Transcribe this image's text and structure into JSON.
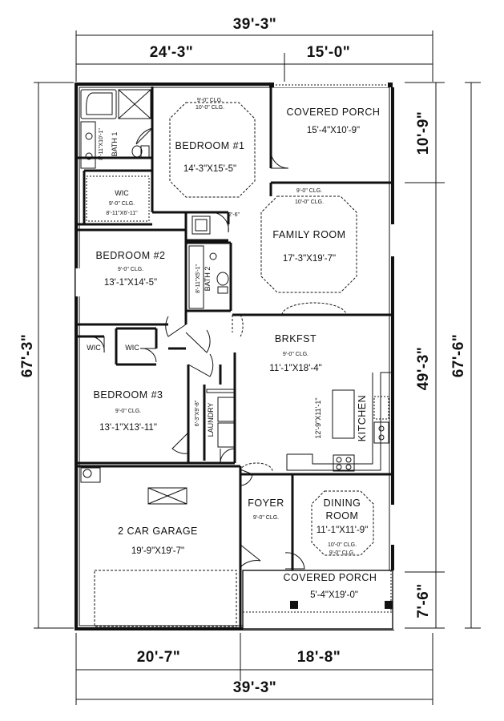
{
  "dimensions": {
    "top_overall": "39'-3\"",
    "top_left": "24'-3\"",
    "top_right": "15'-0\"",
    "bottom_left": "20'-7\"",
    "bottom_right": "18'-8\"",
    "bottom_overall": "39'-3\"",
    "left_overall": "67'-3\"",
    "right_overall": "67'-6\"",
    "right_upper": "10'-9\"",
    "right_middle": "49'-3\"",
    "right_lower": "7'-6\""
  },
  "rooms": {
    "bedroom1": {
      "name": "BEDROOM #1",
      "size": "14'-3\"X15'-5\"",
      "clg1": "9'-0\" CLG.",
      "clg2": "10'-0\" CLG."
    },
    "bath1": {
      "name": "BATH 1",
      "size": "8'-11\"X10'-1\""
    },
    "wic1": {
      "name": "WIC",
      "clg": "9'-0\" CLG.",
      "size": "8'-11\"X6'-11\""
    },
    "porch_rear": {
      "name": "COVERED PORCH",
      "size": "15'-4\"X10'-9\""
    },
    "family": {
      "name": "FAMILY ROOM",
      "size": "17'-3\"X19'-7\"",
      "clg1": "9'-0\" CLG.",
      "clg2": "10'-0\" CLG."
    },
    "closet_label": "2'-6\"",
    "bedroom2": {
      "name": "BEDROOM #2",
      "clg": "9'-0\" CLG.",
      "size": "13'-1\"X14'-5\""
    },
    "bath2": {
      "name": "BATH 2",
      "size": "8'-11\"X5'-1\""
    },
    "wic2": {
      "name": "WIC"
    },
    "wic3": {
      "name": "WIC"
    },
    "brkfst": {
      "name": "BRKFST",
      "clg": "9'-0\" CLG.",
      "size": "11'-1\"X18'-4\""
    },
    "bedroom3": {
      "name": "BEDROOM #3",
      "clg": "9'-0\" CLG.",
      "size": "13'-1\"X13'-11\""
    },
    "laundry": {
      "name": "LAUNDRY",
      "size": "6'-3\"X9'-8\""
    },
    "kitchen": {
      "name": "KITCHEN",
      "size": "12'-9\"X11'-1\""
    },
    "garage": {
      "name": "2 CAR GARAGE",
      "size": "19'-9\"X19'-7\""
    },
    "foyer": {
      "name": "FOYER",
      "clg": "9'-0\" CLG."
    },
    "dining": {
      "name1": "DINING",
      "name2": "ROOM",
      "size": "11'-1\"X11'-9\"",
      "clg1": "10'-0\" CLG.",
      "clg2": "9'-0\" CLG."
    },
    "porch_front": {
      "name": "COVERED PORCH",
      "size": "5'-4\"X19'-0\""
    }
  },
  "colors": {
    "line": "#111111",
    "background": "#ffffff"
  }
}
